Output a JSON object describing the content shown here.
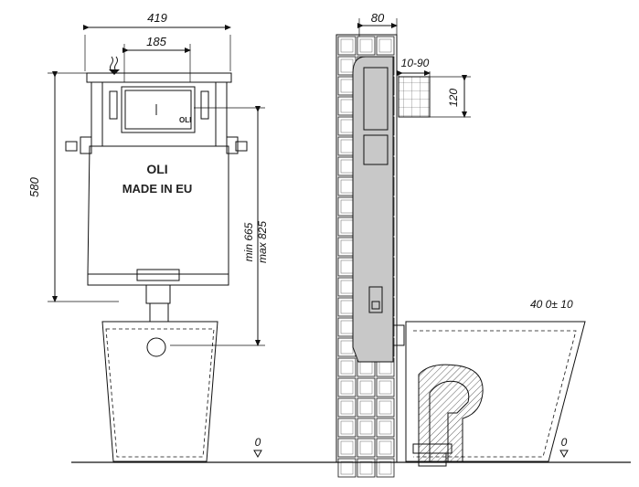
{
  "front_view": {
    "width_label": "419",
    "bracket_width_label": "185",
    "height_label": "580",
    "adjust_min_label": "min 665",
    "adjust_max_label": "max 825",
    "floor_label": "0",
    "brand": "OLI",
    "brand_small": "OLI",
    "made_in_label": "MADE IN EU"
  },
  "side_view": {
    "depth_label": "80",
    "pipe_range_label": "10-90",
    "pipe_height_label": "120",
    "outlet_height_label": "40 0± 10",
    "floor_label": "0"
  }
}
